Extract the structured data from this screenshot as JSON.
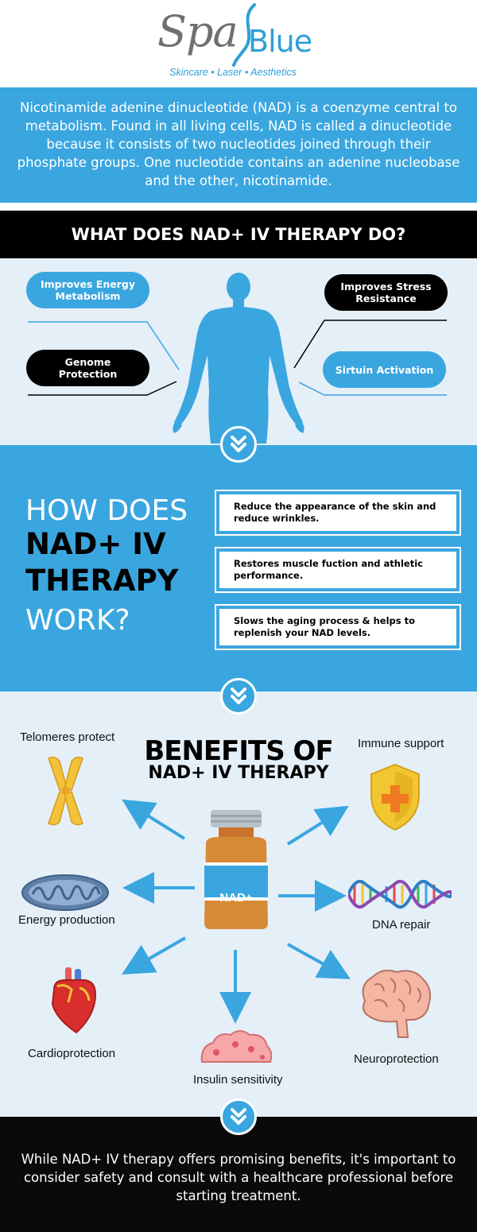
{
  "brand": {
    "logo_spa": "Spa",
    "logo_blue": "Blue",
    "tagline": "Skincare  •  Laser  •  Aesthetics",
    "color_primary": "#3aa6df",
    "color_dark": "#000000",
    "color_light": "#e4eff8"
  },
  "intro": {
    "text": "Nicotinamide adenine dinucleotide (NAD) is a coenzyme central to metabolism. Found in all living cells, NAD is called a dinucleotide because it consists of two nucleotides joined through their phosphate groups. One nucleotide contains an adenine nucleobase and the other, nicotinamide."
  },
  "what": {
    "title": "WHAT DOES NAD+ IV THERAPY DO?",
    "items": [
      "Improves Energy Metabolism",
      "Improves Stress Resistance",
      "Genome Protection",
      "Sirtuin Activation"
    ]
  },
  "how": {
    "title_line1": "HOW DOES",
    "title_line2": "NAD+ IV",
    "title_line3": "THERAPY",
    "title_line4": "WORK?",
    "items": [
      "Reduce the appearance of the skin and reduce wrinkles.",
      "Restores muscle fuction and athletic performance.",
      "Slows the aging process & helps to replenish your NAD levels."
    ]
  },
  "benefits": {
    "title_line1": "BENEFITS OF",
    "title_line2": "NAD+ IV THERAPY",
    "bottle_label": "NAD+",
    "items": [
      "Telomeres protect",
      "Immune support",
      "Energy production",
      "DNA repair",
      "Cardioprotection",
      "Neuroprotection",
      "Insulin sensitivity"
    ]
  },
  "footer": {
    "text": "While NAD+ IV therapy offers promising benefits, it's important to consider safety and consult with a healthcare professional before starting treatment."
  }
}
